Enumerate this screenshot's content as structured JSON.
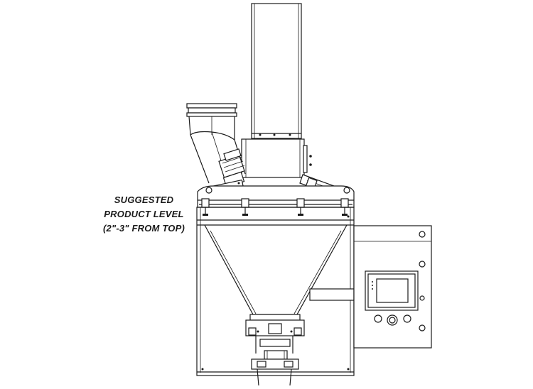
{
  "callout": {
    "lines": [
      "SUGGESTED",
      "PRODUCT LEVEL",
      "(2\"-3\" FROM TOP)"
    ]
  },
  "colors": {
    "line": "#1a1a1a",
    "background": "#ffffff"
  }
}
